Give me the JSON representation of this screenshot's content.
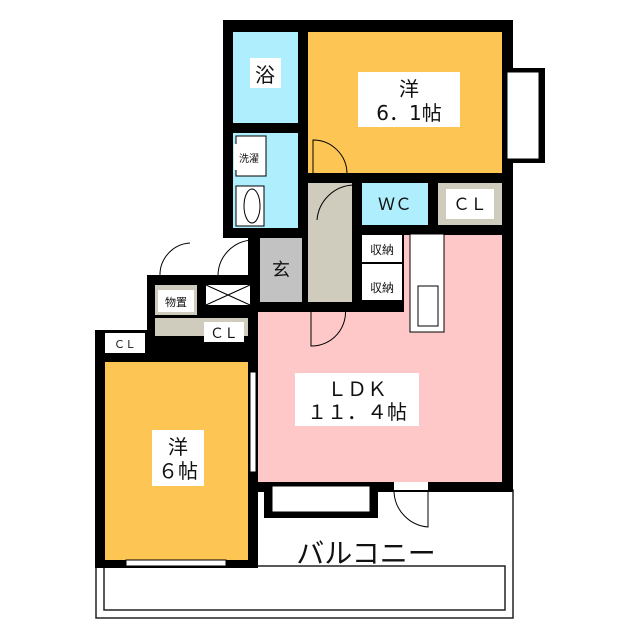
{
  "title": "Floor plan",
  "rooms": {
    "bath": "浴",
    "laundry": "洗濯",
    "western1_name": "洋",
    "western1_size": "6．1帖",
    "wc": "ＷＣ",
    "closet1": "ＣＬ",
    "entrance": "玄",
    "storage1": "収納",
    "storage2": "収納",
    "storeroom": "物置",
    "closet2": "ＣＬ",
    "closet3": "ＣＬ",
    "ldk_name": "ＬＤＫ",
    "ldk_size": "１１．４帖",
    "western2_name": "洋",
    "western2_size": "６帖",
    "balcony": "バルコニー"
  },
  "colors": {
    "western": "#fdc654",
    "ldk": "#fec8c8",
    "wet": "#aeeefd",
    "hall": "#cfcbbd",
    "entrance": "#c2c2c2",
    "wall": "#000000"
  }
}
